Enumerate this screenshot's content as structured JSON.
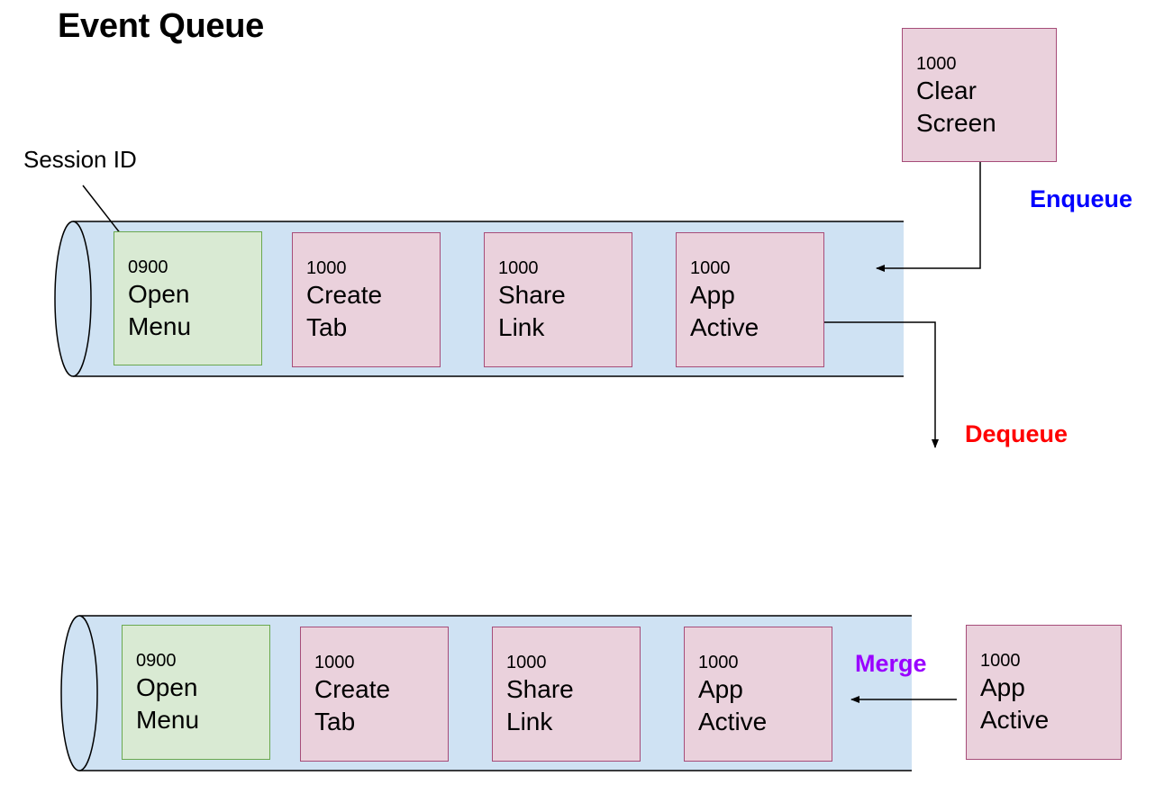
{
  "title": "Event Queue",
  "annotations": {
    "session_id": "Session ID"
  },
  "actions": {
    "enqueue": "Enqueue",
    "dequeue": "Dequeue",
    "merge": "Merge"
  },
  "colors": {
    "enqueue": "#0000ff",
    "dequeue": "#ff0000",
    "merge": "#9900ff",
    "pipe_fill": "#cfe2f3",
    "event_fill": "#ead1dc",
    "event_border": "#a64d79",
    "first_event_fill": "#d9ead3",
    "first_event_border": "#6aa84f"
  },
  "top_queue": {
    "events": [
      {
        "session": "0900",
        "name": "Open Menu"
      },
      {
        "session": "1000",
        "name": "Create Tab"
      },
      {
        "session": "1000",
        "name": "Share Link"
      },
      {
        "session": "1000",
        "name": "App Active"
      }
    ]
  },
  "incoming_event": {
    "session": "1000",
    "name": "Clear Screen"
  },
  "bottom_queue": {
    "events": [
      {
        "session": "0900",
        "name": "Open Menu"
      },
      {
        "session": "1000",
        "name": "Create Tab"
      },
      {
        "session": "1000",
        "name": "Share Link"
      },
      {
        "session": "1000",
        "name": "App Active"
      }
    ]
  },
  "merging_event": {
    "session": "1000",
    "name": "App Active"
  }
}
